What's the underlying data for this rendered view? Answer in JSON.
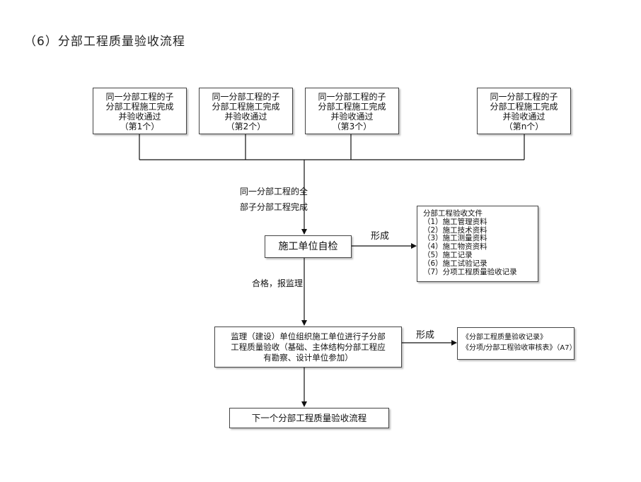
{
  "title": "（6）分部工程质量验收流程",
  "sub_boxes": [
    [
      "同一分部工程的子",
      "分部工程施工完成",
      "并验收通过",
      "（第1个）"
    ],
    [
      "同一分部工程的子",
      "分部工程施工完成",
      "并验收通过",
      "（第2个）"
    ],
    [
      "同一分部工程的子",
      "分部工程施工完成",
      "并验收通过",
      "（第3个）"
    ],
    [
      "同一分部工程的子",
      "分部工程施工完成",
      "并验收通过",
      "（第n个）"
    ]
  ],
  "label_complete": [
    "同一分部工程的全",
    "部子分部工程完成"
  ],
  "self_check": "施工单位自检",
  "label_form_1": "形成",
  "docs_box": [
    "分部工程验收文件",
    "（1）施工管理资料",
    "（2）施工技术资料",
    "（3）施工测量资料",
    "（4）施工物资资料",
    "（5）施工记录",
    "（6）施工试验记录",
    "（7）分项工程质量验收记录"
  ],
  "label_qualified": [
    "合格，",
    "报监理"
  ],
  "supervision_box": [
    "监理（建设）单位组织施工单位进行子分部",
    "工程质量验收（基础、主体结构分部工程应",
    "有勘察、设计单位参加）"
  ],
  "label_form_2": "形成",
  "record_box": [
    "《分部工程质量验收记录》",
    "《分项/分部工程验收审核表》（A7）"
  ],
  "next_box": "下一个分部工程质量验收流程"
}
